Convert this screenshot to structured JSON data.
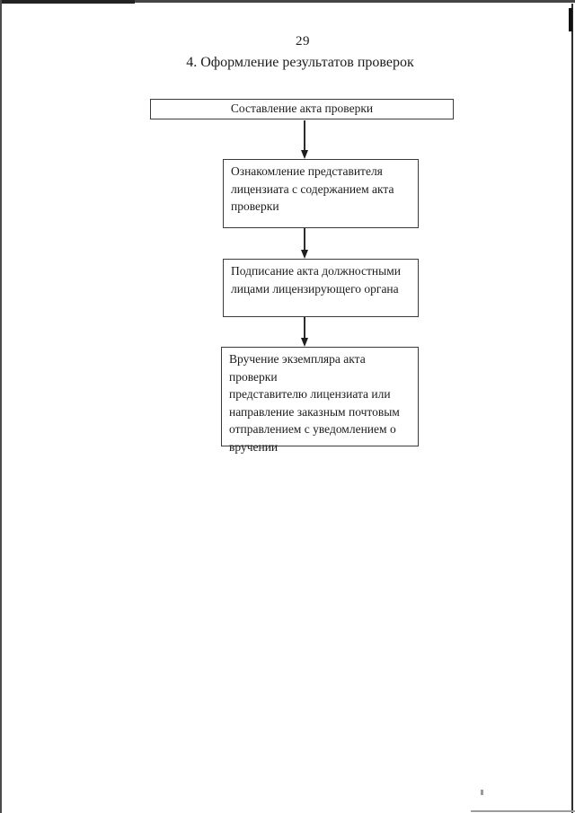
{
  "page": {
    "number": "29",
    "title": "4. Оформление результатов проверок"
  },
  "flowchart": {
    "boxes": [
      {
        "id": "box-1",
        "text": "Составление акта проверки"
      },
      {
        "id": "box-2",
        "text": "Ознакомление представителя\nлицензиата с содержанием акта\nпроверки"
      },
      {
        "id": "box-3",
        "text": "Подписание акта должностными\nлицами лицензирующего органа"
      },
      {
        "id": "box-4",
        "text": "Вручение экземпляра акта проверки\nпредставителю лицензиата или\nнаправление заказным почтовым\nотправлением с уведомлением о\nвручении"
      }
    ],
    "arrow_count": 3
  },
  "colors": {
    "paper": "#ffffff",
    "ink": "#1c1c1c",
    "box_border": "#3b3b3b",
    "scan_edge": "#454545"
  }
}
